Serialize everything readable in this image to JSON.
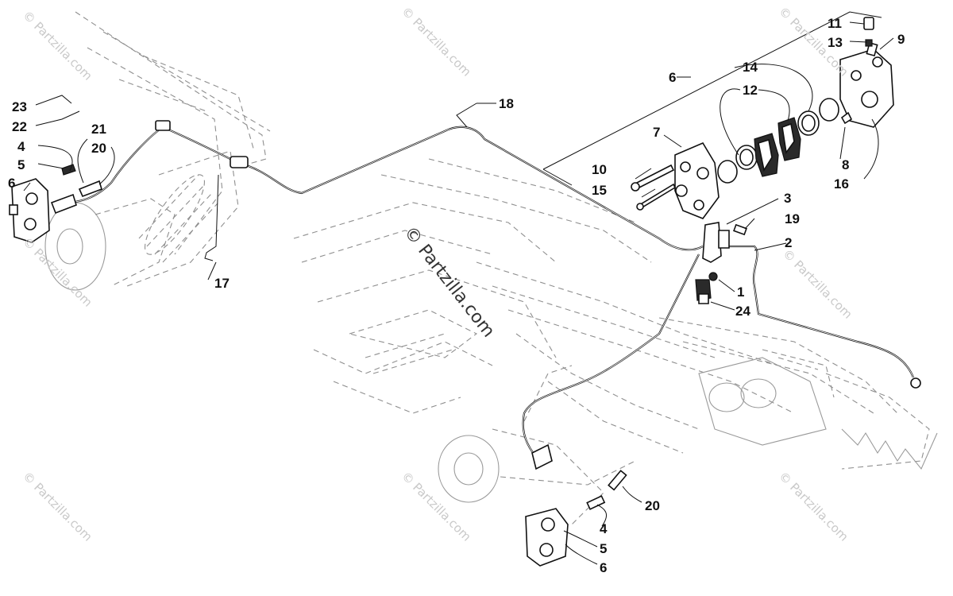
{
  "watermark": {
    "center": "© Partzilla.com",
    "corner": "© Partzilla.com"
  },
  "callouts": {
    "c1": "1",
    "c2": "2",
    "c3": "3",
    "c4a": "4",
    "c4b": "4",
    "c5a": "5",
    "c5b": "5",
    "c6a": "6",
    "c6b": "6",
    "c6c": "6",
    "c7": "7",
    "c8": "8",
    "c9": "9",
    "c10": "10",
    "c11": "11",
    "c12": "12",
    "c13": "13",
    "c14": "14",
    "c15": "15",
    "c16": "16",
    "c17": "17",
    "c18": "18",
    "c19": "19",
    "c20a": "20",
    "c20b": "20",
    "c21": "21",
    "c22": "22",
    "c23": "23",
    "c24": "24"
  }
}
